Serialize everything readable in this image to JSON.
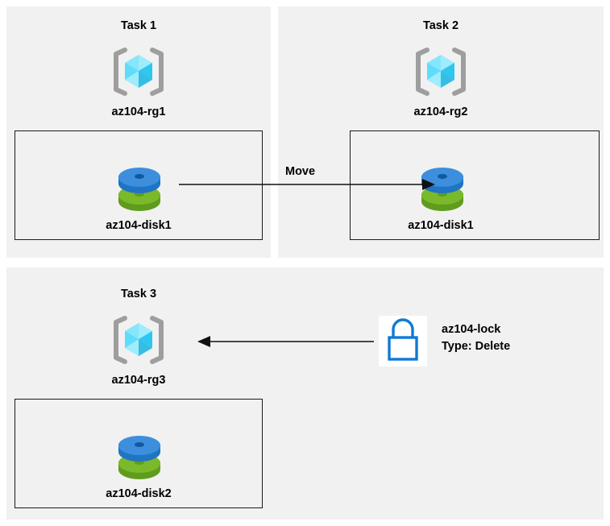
{
  "diagram": {
    "background_color": "#ffffff",
    "panel_color": "#f1f1f1",
    "line_color": "#1a1a1a",
    "panels": [
      {
        "id": "task1",
        "title": "Task 1",
        "resource_group": {
          "label": "az104-rg1",
          "icon": "azure-resource-group-icon",
          "icon_color": "#4fd8f8"
        },
        "box_resource": {
          "label": "az104-disk1",
          "icon": "azure-disk-icon",
          "icon_top_color": "#3d8fdd",
          "icon_bottom_color": "#7ab929"
        }
      },
      {
        "id": "task2",
        "title": "Task 2",
        "resource_group": {
          "label": "az104-rg2",
          "icon": "azure-resource-group-icon",
          "icon_color": "#4fd8f8"
        },
        "box_resource": {
          "label": "az104-disk1",
          "icon": "azure-disk-icon",
          "icon_top_color": "#3d8fdd",
          "icon_bottom_color": "#7ab929"
        }
      },
      {
        "id": "task3",
        "title": "Task 3",
        "resource_group": {
          "label": "az104-rg3",
          "icon": "azure-resource-group-icon",
          "icon_color": "#4fd8f8"
        },
        "box_resource": {
          "label": "az104-disk2",
          "icon": "azure-disk-icon",
          "icon_top_color": "#3d8fdd",
          "icon_bottom_color": "#7ab929"
        }
      }
    ],
    "connectors": [
      {
        "id": "move-arrow",
        "label": "Move",
        "direction": "right",
        "from": "task1-disk",
        "to": "task2-disk"
      },
      {
        "id": "lock-arrow",
        "label": "",
        "direction": "left",
        "from": "az104-lock",
        "to": "task3-resource-group"
      }
    ],
    "lock": {
      "icon": "lock-icon",
      "icon_color": "#0f7bd4",
      "plate_color": "#ffffff",
      "name": "az104-lock",
      "type_line": "Type: Delete"
    }
  }
}
